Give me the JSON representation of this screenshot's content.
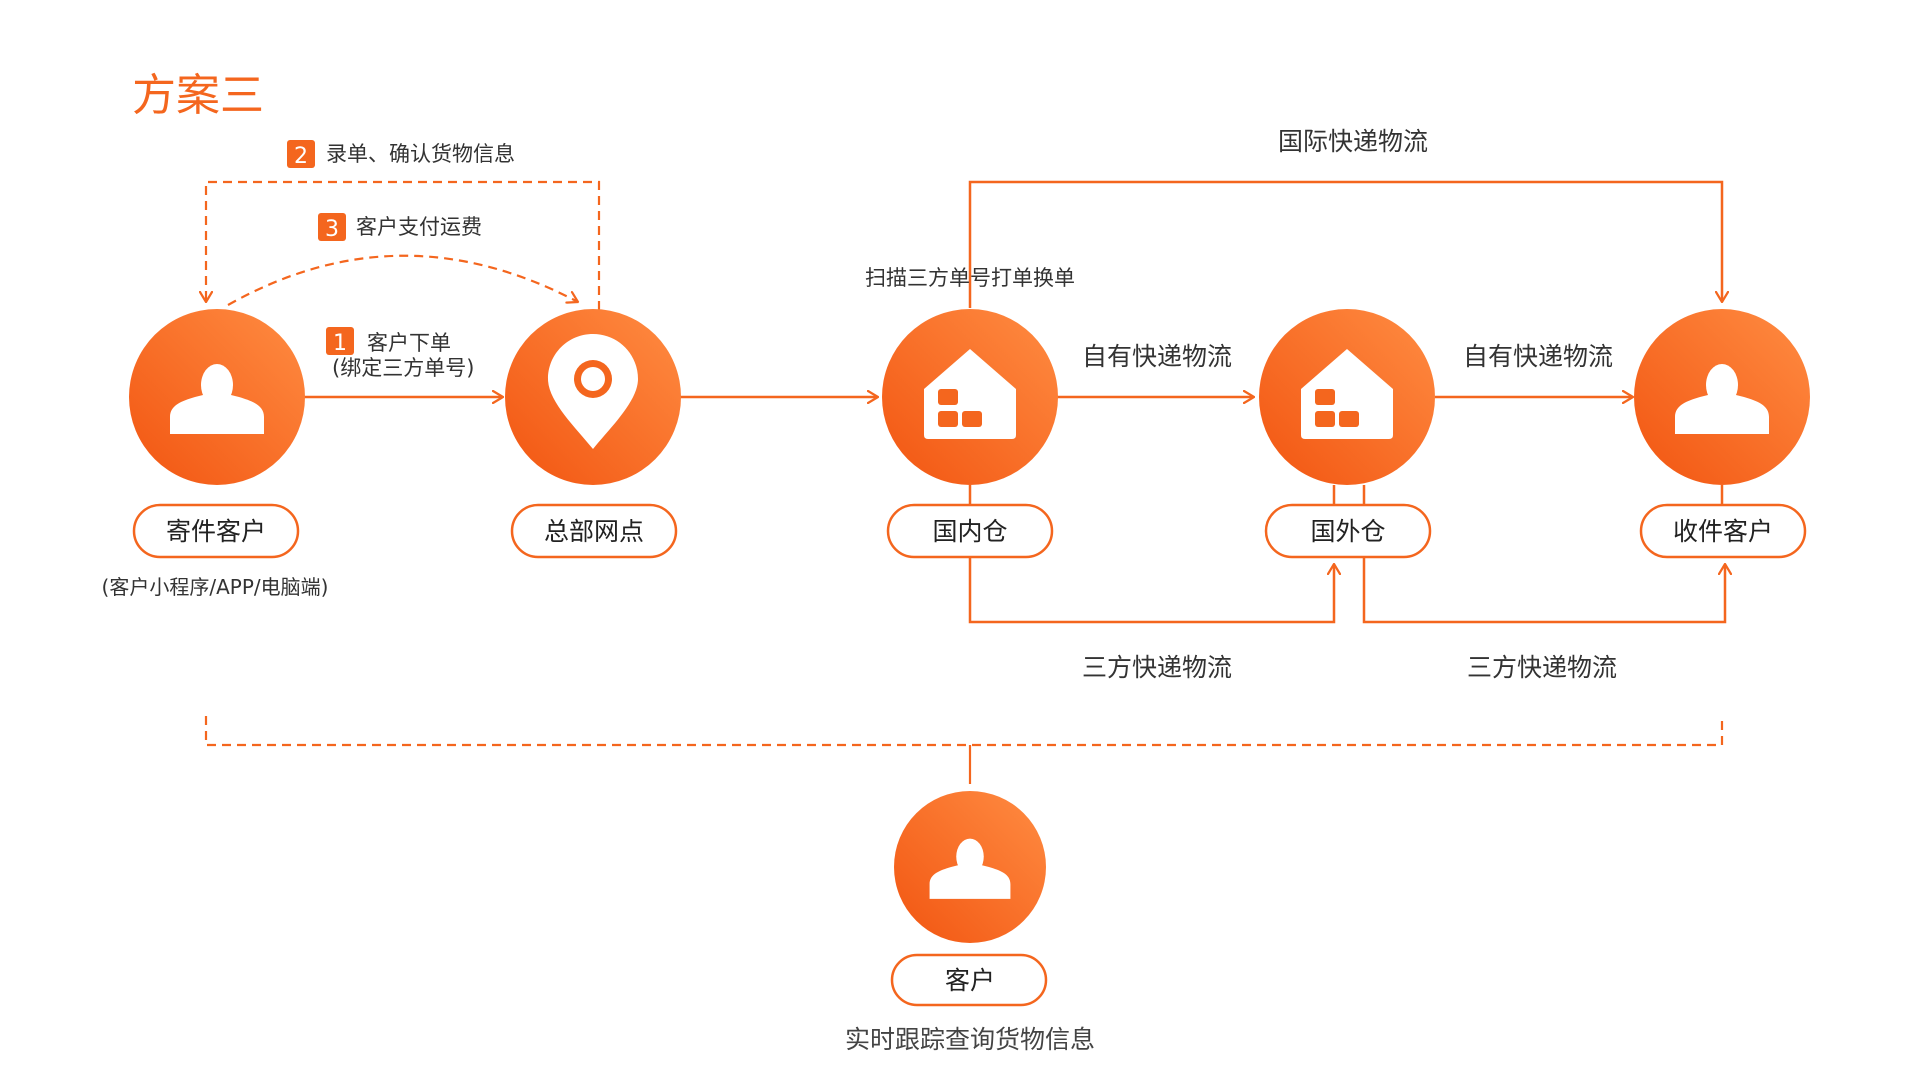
{
  "title": "方案三",
  "colors": {
    "accent": "#f4661e",
    "accent_light": "#ff8a3d",
    "text": "#333333"
  },
  "steps": [
    {
      "number": "2",
      "label": "录单、确认货物信息"
    },
    {
      "number": "3",
      "label": "客户支付运费"
    },
    {
      "number": "1",
      "label": "客户下单",
      "sub": "(绑定三方单号)"
    }
  ],
  "nodes": {
    "sender": {
      "label": "寄件客户",
      "note": "(客户小程序/APP/电脑端)",
      "icon": "person-icon"
    },
    "hq": {
      "label": "总部网点",
      "icon": "location-pin-icon"
    },
    "domestic": {
      "label": "国内仓",
      "icon": "warehouse-icon"
    },
    "overseas": {
      "label": "国外仓",
      "icon": "warehouse-icon"
    },
    "receiver": {
      "label": "收件客户",
      "icon": "person-icon"
    },
    "customer": {
      "label": "客户",
      "icon": "person-icon"
    }
  },
  "flows": {
    "scan_label": "扫描三方单号打单换单",
    "intl_express": "国际快递物流",
    "own_express_1": "自有快递物流",
    "own_express_2": "自有快递物流",
    "third_party_1": "三方快递物流",
    "third_party_2": "三方快递物流"
  },
  "tracking_note": "实时跟踪查询货物信息"
}
